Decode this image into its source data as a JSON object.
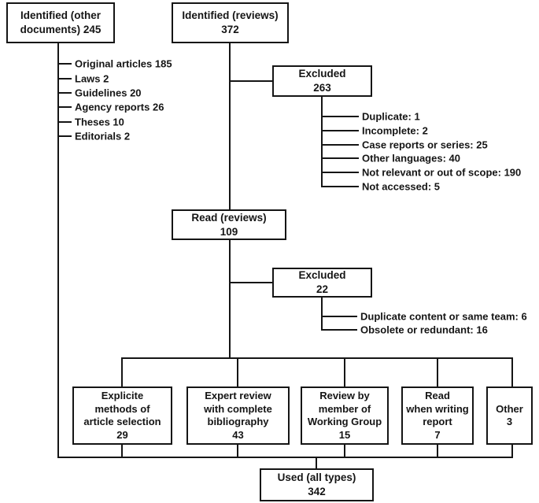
{
  "figure": {
    "background_color": "#ffffff",
    "line_color": "#151515",
    "text_color": "#151515"
  },
  "nodes": {
    "identified_other_documents": "Identified (other\ndocuments) 245",
    "identified_reviews": "Identified (reviews)\n372",
    "excluded_first": "Excluded\n263",
    "read_reviews": "Read (reviews)\n109",
    "excluded_second": "Excluded\n22",
    "explicite_methods": "Explicite\nmethods of\narticle selection\n29",
    "expert_review": "Expert review\nwith complete\nbibliography\n43",
    "review_by_member": "Review by\nmember of\nWorking Group\n15",
    "read_when_writing": "Read\nwhen writing\nreport\n7",
    "other": "Other\n3",
    "used_all_types": "Used (all types)\n342"
  },
  "lists": {
    "other_documents_breakdown": [
      "Original articles 185",
      "Laws 2",
      "Guidelines 20",
      "Agency reports 26",
      "Theses 10",
      "Editorials 2"
    ],
    "excluded_first_reasons": [
      "Duplicate: 1",
      "Incomplete: 2",
      "Case reports or series: 25",
      "Other languages: 40",
      "Not relevant or out of scope: 190",
      "Not accessed: 5"
    ],
    "excluded_second_reasons": [
      "Duplicate content or same team: 6",
      "Obsolete or redundant: 16"
    ]
  }
}
